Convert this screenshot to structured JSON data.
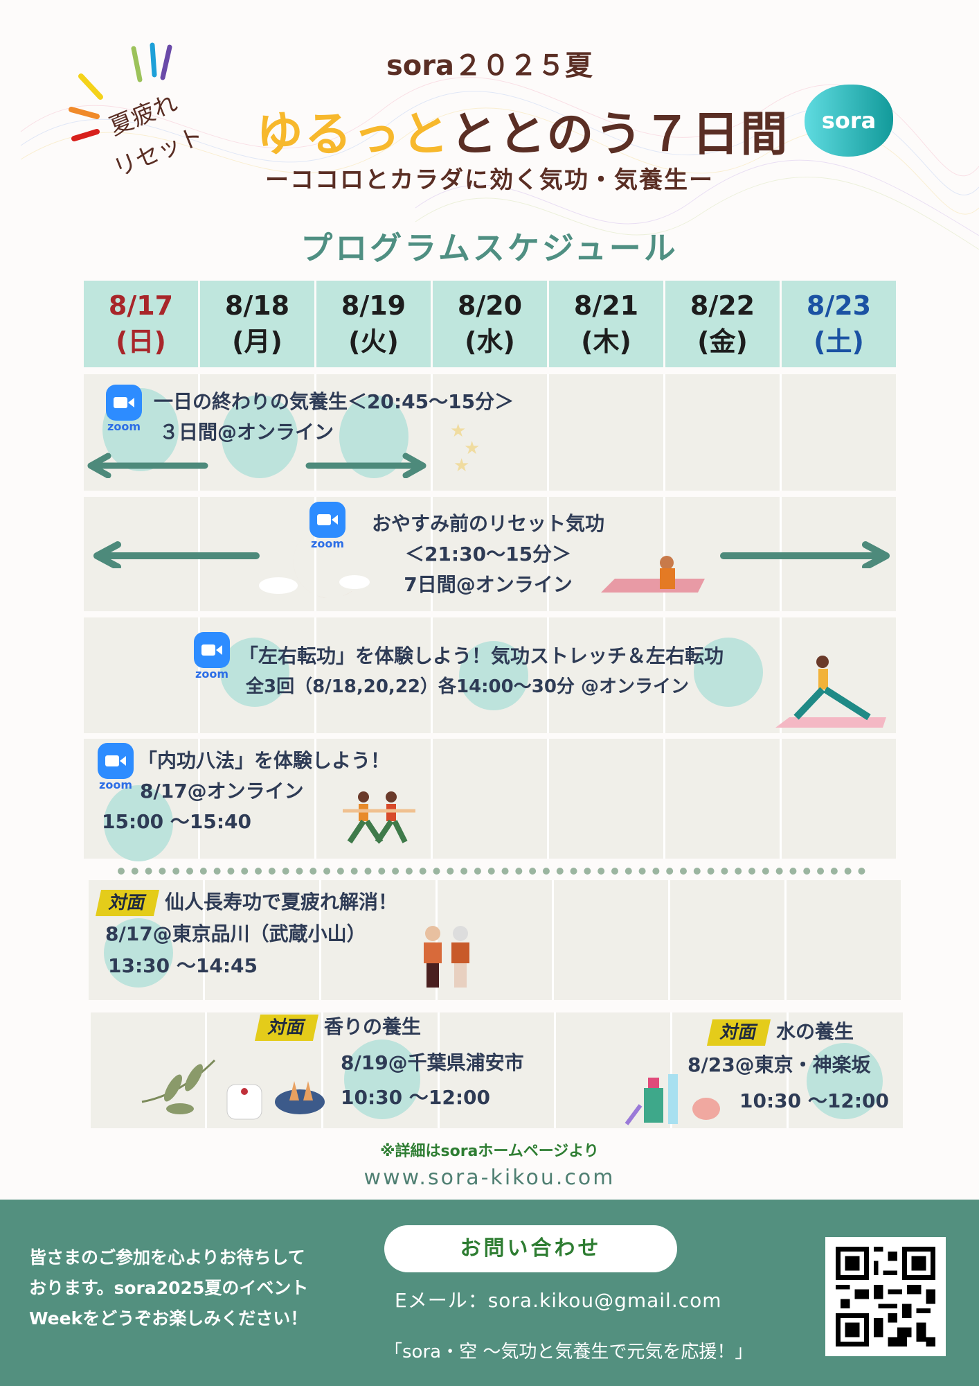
{
  "header": {
    "event_year": "sora２０２５夏",
    "title_highlight": "ゆるっと",
    "title_rest": "ととのう７日間",
    "subtitle": "ーココロとカラダに効く気功・気養生ー",
    "tagline_line1": "夏疲れ",
    "tagline_line2": "リセット",
    "logo_text": "sora"
  },
  "schedule_title": "プログラムスケジュール",
  "days": [
    {
      "date": "8/17",
      "weekday": "(日)"
    },
    {
      "date": "8/18",
      "weekday": "(月)"
    },
    {
      "date": "8/19",
      "weekday": "(火)"
    },
    {
      "date": "8/20",
      "weekday": "(水)"
    },
    {
      "date": "8/21",
      "weekday": "(木)"
    },
    {
      "date": "8/22",
      "weekday": "(金)"
    },
    {
      "date": "8/23",
      "weekday": "(土)"
    }
  ],
  "zoom_label": "zoom",
  "events": [
    {
      "line1": "一日の終わりの気養生＜20:45〜15分＞",
      "line2": "３日間@オンライン"
    },
    {
      "line1": "おやすみ前のリセット気功",
      "line2": "＜21:30〜15分＞",
      "line3": "7日間@オンライン"
    },
    {
      "line1": "「左右転功」を体験しよう！気功ストレッチ＆左右転功",
      "line2": "全3回（8/18,20,22）各14:00〜30分 @オンライン"
    },
    {
      "line1": "「内功八法」を体験しよう！",
      "line2": "8/17@オンライン",
      "line3": "15:00 〜15:40"
    },
    {
      "badge": "対面",
      "line1": "仙人長寿功で夏疲れ解消！",
      "line2": "8/17@東京品川（武蔵小山）",
      "line3": "13:30 〜14:45"
    },
    {
      "badge": "対面",
      "line1": "香りの養生",
      "line2": "8/19@千葉県浦安市",
      "line3": "10:30 〜12:00"
    },
    {
      "badge": "対面",
      "line1": "水の養生",
      "line2": "8/23@東京・神楽坂",
      "line3": "10:30 〜12:00"
    }
  ],
  "note": "※詳細はsoraホームページより",
  "url": "www.sora-kikou.com",
  "footer": {
    "message_line1": "皆さまのご参加を心よりお待ちして",
    "message_line2": "おります。sora2025夏のイベント",
    "message_line3": "Weekをどうぞお楽しみください！",
    "contact_button": "お問い合わせ",
    "email": "Eメール：sora.kikou@gmail.com",
    "slogan": "「sora・空 〜気功と気養生で元気を応援！」"
  },
  "colors": {
    "accent": "#53907f",
    "header_cell": "#bfe6dd",
    "sunday": "#a8262a",
    "saturday": "#1b52a3",
    "highlight": "#f7b82c"
  }
}
